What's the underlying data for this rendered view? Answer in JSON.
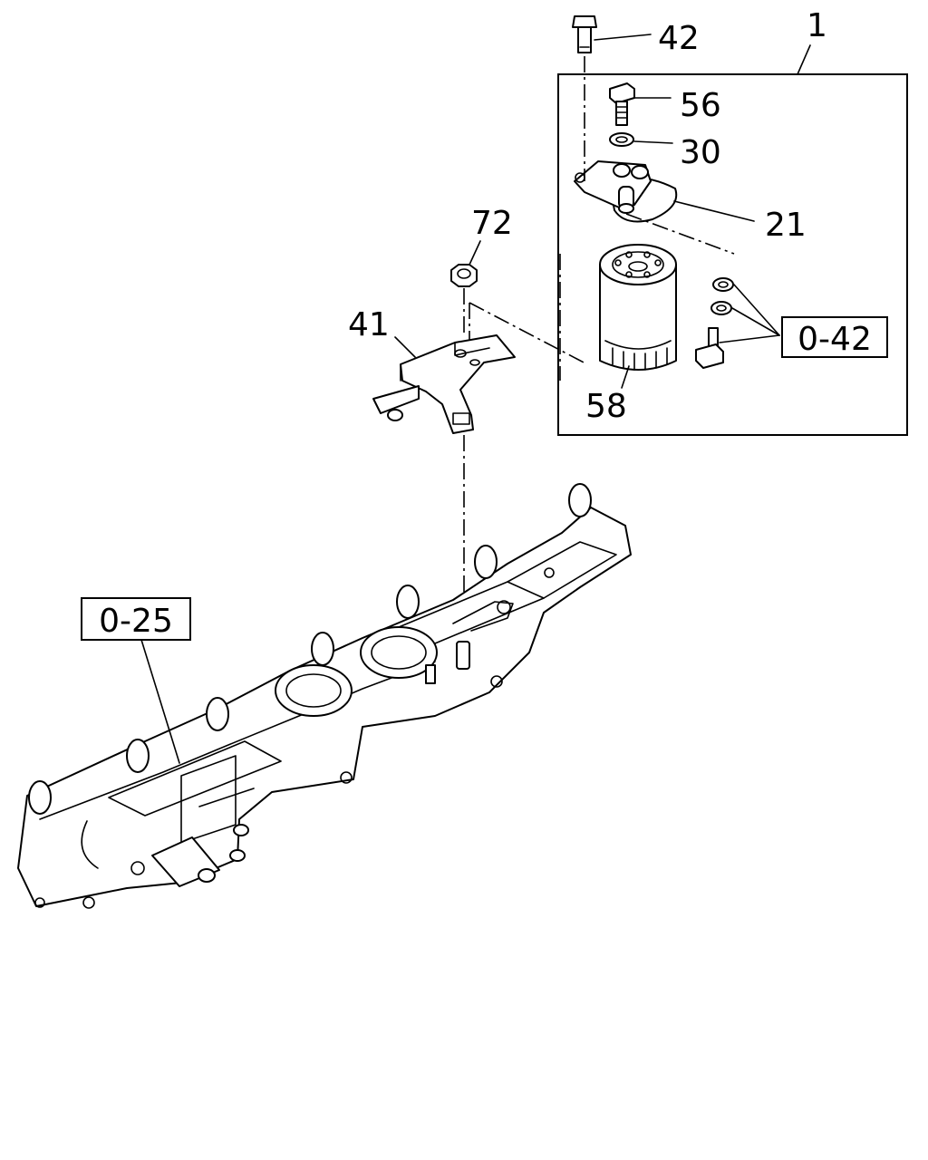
{
  "callouts": {
    "assembly": "1",
    "bolt": "42",
    "plug": "56",
    "washer": "30",
    "filter_head": "21",
    "nut": "72",
    "bracket": "41",
    "filter": "58"
  },
  "references": {
    "fittings": "0-42",
    "manifold": "0-25"
  }
}
